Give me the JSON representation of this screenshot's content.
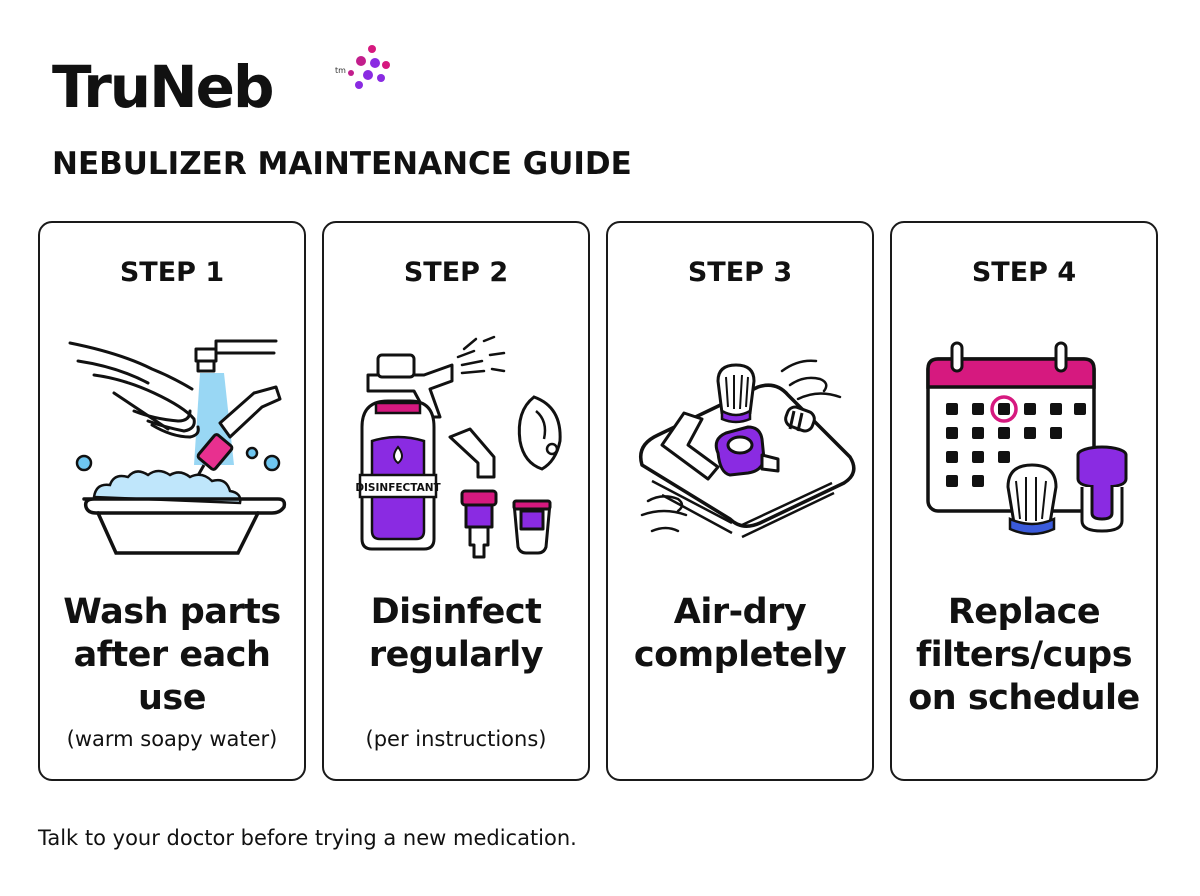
{
  "brand": {
    "name": "TruNeb",
    "trademark": "tm",
    "dot_colors": [
      "#d6197f",
      "#8a2be2",
      "#c21e8c"
    ]
  },
  "guide_title": "NEBULIZER MAINTENANCE GUIDE",
  "colors": {
    "accent_pink": "#d6197f",
    "accent_purple": "#8a2be2",
    "water_blue": "#6ec6f0",
    "filter_blue": "#3b5bdb"
  },
  "steps": [
    {
      "label": "STEP 1",
      "icon": "wash-basin-icon",
      "title": "Wash parts after each use",
      "note": "(warm soapy water)"
    },
    {
      "label": "STEP 2",
      "icon": "disinfectant-spray-icon",
      "title": "Disinfect regularly",
      "note": "(per instructions)",
      "bottle_label": "DISINFECTANT"
    },
    {
      "label": "STEP 3",
      "icon": "air-dry-towel-icon",
      "title": "Air-dry completely",
      "note": ""
    },
    {
      "label": "STEP 4",
      "icon": "calendar-schedule-icon",
      "title": "Replace filters/cups on schedule",
      "note": ""
    }
  ],
  "footer": "Talk to your doctor before trying a new medication."
}
